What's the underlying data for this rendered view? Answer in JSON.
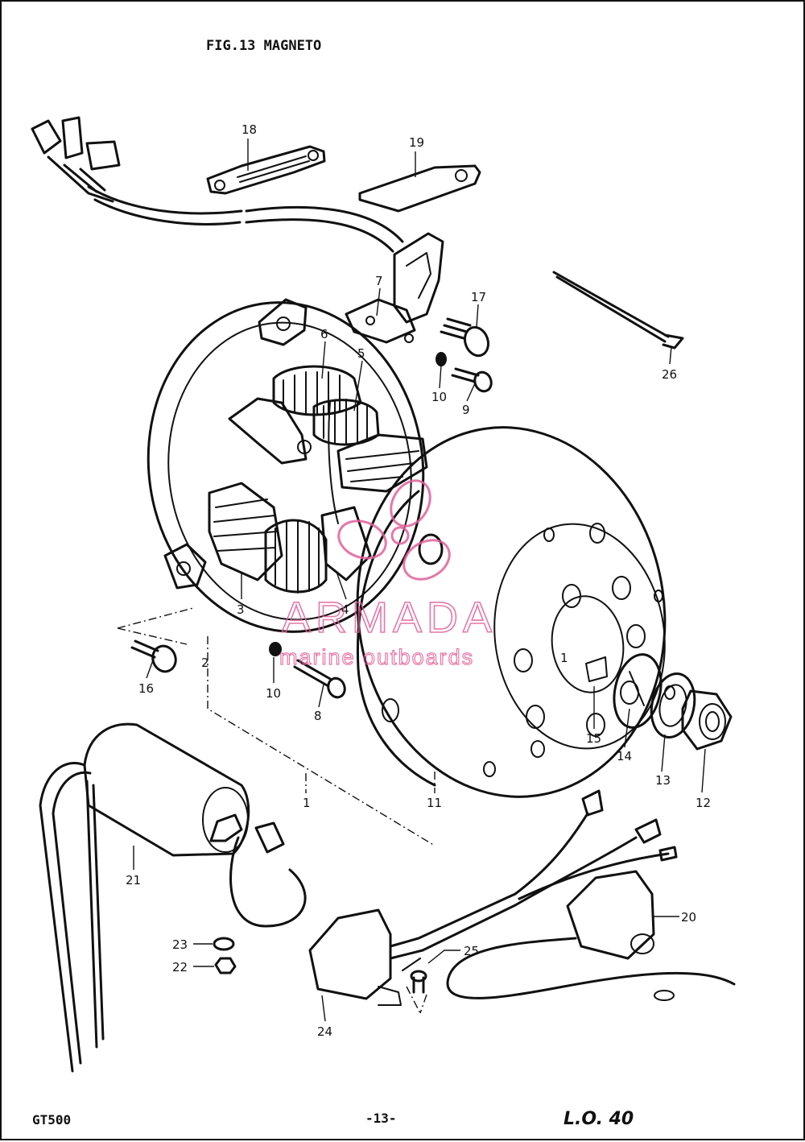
{
  "title": "FIG.13  MAGNETO",
  "footer": {
    "model": "GT500",
    "page_number": "-13-",
    "handwritten_note": "L.O. 40"
  },
  "watermark": {
    "brand": "ARMADA",
    "tagline": "marine outboards",
    "color": "#e0609a"
  },
  "part_labels": {
    "p1a": "1",
    "p1b": "1",
    "p2": "2",
    "p3": "3",
    "p4": "4",
    "p5": "5",
    "p6": "6",
    "p7": "7",
    "p8": "8",
    "p9": "9",
    "p10a": "10",
    "p10b": "10",
    "p11": "11",
    "p12": "12",
    "p13": "13",
    "p14": "14",
    "p15": "15",
    "p16": "16",
    "p17": "17",
    "p18": "18",
    "p19": "19",
    "p20": "20",
    "p21": "21",
    "p22": "22",
    "p23": "23",
    "p24": "24",
    "p25": "25",
    "p26": "26"
  }
}
